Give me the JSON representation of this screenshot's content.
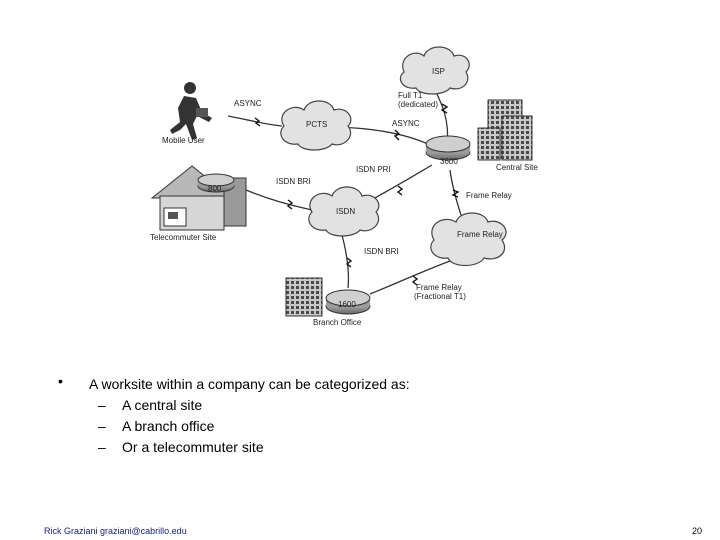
{
  "diagram": {
    "nodes": {
      "isp": "ISP",
      "pcts": "PCTS",
      "isdn": "ISDN",
      "frame_relay": "Frame Relay",
      "router_3600": "3600",
      "router_800": "800",
      "router_1600": "1600"
    },
    "sites": {
      "mobile_user": "Mobile User",
      "telecommuter": "Telecommuter Site",
      "central": "Central Site",
      "branch": "Branch Office"
    },
    "links": {
      "async_mobile": "ASYNC",
      "async_central": "ASYNC",
      "full_t1_1": "Full T1",
      "full_t1_2": "(dedicated)",
      "isdn_pri": "ISDN PRI",
      "isdn_bri_tele": "ISDN BRI",
      "isdn_bri_branch": "ISDN BRI",
      "frame_relay_central": "Frame Relay",
      "frame_relay_branch_1": "Frame Relay",
      "frame_relay_branch_2": "(Fractional T1)"
    }
  },
  "content": {
    "bullet": "•",
    "main": "A worksite within a company can be categorized as:",
    "subitems": [
      "A central site",
      "A branch office",
      "Or a telecommuter site"
    ],
    "dash": "–"
  },
  "footer": {
    "author": "Rick Graziani graziani@cabrillo.edu",
    "page": "20"
  }
}
